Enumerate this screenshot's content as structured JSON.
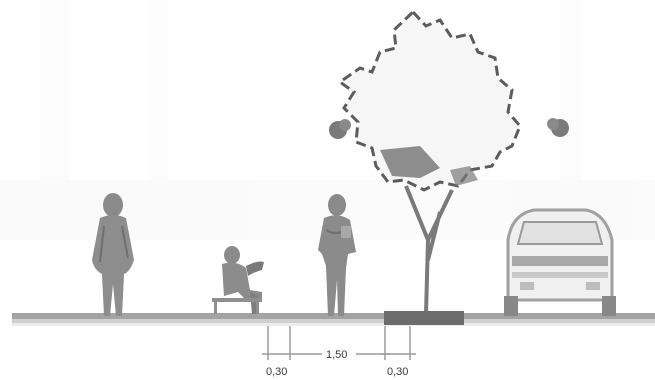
{
  "dimensions": [
    {
      "id": "curb-left",
      "label": "0,30"
    },
    {
      "id": "sidewalk",
      "label": "1,50"
    },
    {
      "id": "curb-right",
      "label": "0,30"
    }
  ],
  "colors": {
    "ground": "#9a9a9a",
    "figure": "#8c8c8c",
    "figure_dark": "#6f6f6f",
    "tree_outline": "#555555",
    "tree_trunk": "#7a7a7a",
    "car": "#bdbdbd",
    "dim_line": "#9c9c9c"
  },
  "icons": [
    "standing-person-icon",
    "seated-person-icon",
    "walking-person-icon",
    "tree-icon",
    "car-icon",
    "shrub-icon"
  ]
}
